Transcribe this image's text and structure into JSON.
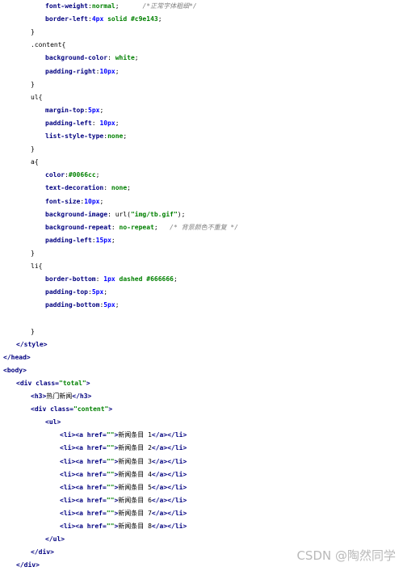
{
  "lines": [
    {
      "indent": 56,
      "parts": [
        {
          "t": "font-weight",
          "c": "prop"
        },
        {
          "t": ":",
          "c": "txt"
        },
        {
          "t": "normal",
          "c": "val"
        },
        {
          "t": ";      ",
          "c": "txt"
        },
        {
          "t": "/*正常字体粗细*/",
          "c": "cmt"
        }
      ]
    },
    {
      "indent": 56,
      "parts": [
        {
          "t": "border-left",
          "c": "prop"
        },
        {
          "t": ":",
          "c": "txt"
        },
        {
          "t": "4px",
          "c": "num"
        },
        {
          "t": " solid #c9e143",
          "c": "val"
        },
        {
          "t": ";",
          "c": "txt"
        }
      ]
    },
    {
      "indent": 38,
      "parts": [
        {
          "t": "}",
          "c": "txt"
        }
      ]
    },
    {
      "indent": 38,
      "parts": [
        {
          "t": ".content{",
          "c": "txt"
        }
      ]
    },
    {
      "indent": 56,
      "parts": [
        {
          "t": "background-color",
          "c": "prop"
        },
        {
          "t": ": ",
          "c": "txt"
        },
        {
          "t": "white",
          "c": "val"
        },
        {
          "t": ";",
          "c": "txt"
        }
      ]
    },
    {
      "indent": 56,
      "parts": [
        {
          "t": "padding-right",
          "c": "prop"
        },
        {
          "t": ":",
          "c": "txt"
        },
        {
          "t": "10px",
          "c": "num"
        },
        {
          "t": ";",
          "c": "txt"
        }
      ]
    },
    {
      "indent": 38,
      "parts": [
        {
          "t": "}",
          "c": "txt"
        }
      ]
    },
    {
      "indent": 38,
      "parts": [
        {
          "t": "ul{",
          "c": "txt"
        }
      ]
    },
    {
      "indent": 56,
      "parts": [
        {
          "t": "margin-top",
          "c": "prop"
        },
        {
          "t": ":",
          "c": "txt"
        },
        {
          "t": "5px",
          "c": "num"
        },
        {
          "t": ";",
          "c": "txt"
        }
      ]
    },
    {
      "indent": 56,
      "parts": [
        {
          "t": "padding-left",
          "c": "prop"
        },
        {
          "t": ": ",
          "c": "txt"
        },
        {
          "t": "10px",
          "c": "num"
        },
        {
          "t": ";",
          "c": "txt"
        }
      ]
    },
    {
      "indent": 56,
      "parts": [
        {
          "t": "list-style-type",
          "c": "prop"
        },
        {
          "t": ":",
          "c": "txt"
        },
        {
          "t": "none",
          "c": "val"
        },
        {
          "t": ";",
          "c": "txt"
        }
      ]
    },
    {
      "indent": 38,
      "parts": [
        {
          "t": "}",
          "c": "txt"
        }
      ]
    },
    {
      "indent": 38,
      "parts": [
        {
          "t": "a{",
          "c": "txt"
        }
      ]
    },
    {
      "indent": 56,
      "parts": [
        {
          "t": "color",
          "c": "prop"
        },
        {
          "t": ":",
          "c": "txt"
        },
        {
          "t": "#0066cc",
          "c": "val"
        },
        {
          "t": ";",
          "c": "txt"
        }
      ]
    },
    {
      "indent": 56,
      "parts": [
        {
          "t": "text-decoration",
          "c": "prop"
        },
        {
          "t": ": ",
          "c": "txt"
        },
        {
          "t": "none",
          "c": "val"
        },
        {
          "t": ";",
          "c": "txt"
        }
      ]
    },
    {
      "indent": 56,
      "parts": [
        {
          "t": "font-size",
          "c": "prop"
        },
        {
          "t": ":",
          "c": "txt"
        },
        {
          "t": "10px",
          "c": "num"
        },
        {
          "t": ";",
          "c": "txt"
        }
      ]
    },
    {
      "indent": 56,
      "parts": [
        {
          "t": "background-image",
          "c": "prop"
        },
        {
          "t": ": url(",
          "c": "txt"
        },
        {
          "t": "\"img/tb.gif\"",
          "c": "str"
        },
        {
          "t": ");",
          "c": "txt"
        }
      ]
    },
    {
      "indent": 56,
      "parts": [
        {
          "t": "background-repeat",
          "c": "prop"
        },
        {
          "t": ": ",
          "c": "txt"
        },
        {
          "t": "no-repeat",
          "c": "val"
        },
        {
          "t": ";   ",
          "c": "txt"
        },
        {
          "t": "/* 背景颜色不重复 */",
          "c": "cmt"
        }
      ]
    },
    {
      "indent": 56,
      "parts": [
        {
          "t": "padding-left",
          "c": "prop"
        },
        {
          "t": ":",
          "c": "txt"
        },
        {
          "t": "15px",
          "c": "num"
        },
        {
          "t": ";",
          "c": "txt"
        }
      ]
    },
    {
      "indent": 38,
      "parts": [
        {
          "t": "}",
          "c": "txt"
        }
      ]
    },
    {
      "indent": 38,
      "parts": [
        {
          "t": "li{",
          "c": "txt"
        }
      ]
    },
    {
      "indent": 56,
      "parts": [
        {
          "t": "border-bottom",
          "c": "prop"
        },
        {
          "t": ": ",
          "c": "txt"
        },
        {
          "t": "1px",
          "c": "num"
        },
        {
          "t": " dashed #666666",
          "c": "val"
        },
        {
          "t": ";",
          "c": "txt"
        }
      ]
    },
    {
      "indent": 56,
      "parts": [
        {
          "t": "padding-top",
          "c": "prop"
        },
        {
          "t": ":",
          "c": "txt"
        },
        {
          "t": "5px",
          "c": "num"
        },
        {
          "t": ";",
          "c": "txt"
        }
      ]
    },
    {
      "indent": 56,
      "parts": [
        {
          "t": "padding-bottom",
          "c": "prop"
        },
        {
          "t": ":",
          "c": "txt"
        },
        {
          "t": "5px",
          "c": "num"
        },
        {
          "t": ";",
          "c": "txt"
        }
      ]
    },
    {
      "indent": 56,
      "parts": []
    },
    {
      "indent": 38,
      "parts": [
        {
          "t": "}",
          "c": "txt"
        }
      ]
    },
    {
      "indent": 20,
      "parts": [
        {
          "t": "</style>",
          "c": "tag"
        }
      ]
    },
    {
      "indent": 4,
      "parts": [
        {
          "t": "</head>",
          "c": "tag"
        }
      ]
    },
    {
      "indent": 4,
      "parts": [
        {
          "t": "<body>",
          "c": "tag"
        }
      ]
    },
    {
      "indent": 20,
      "parts": [
        {
          "t": "<div ",
          "c": "tag"
        },
        {
          "t": "class=",
          "c": "attr"
        },
        {
          "t": "\"total\"",
          "c": "str"
        },
        {
          "t": ">",
          "c": "tag"
        }
      ]
    },
    {
      "indent": 38,
      "parts": [
        {
          "t": "<h3>",
          "c": "tag"
        },
        {
          "t": "热门新闻",
          "c": "txt"
        },
        {
          "t": "</h3>",
          "c": "tag"
        }
      ]
    },
    {
      "indent": 38,
      "parts": [
        {
          "t": "<div ",
          "c": "tag"
        },
        {
          "t": "class=",
          "c": "attr"
        },
        {
          "t": "\"content\"",
          "c": "str"
        },
        {
          "t": ">",
          "c": "tag"
        }
      ]
    },
    {
      "indent": 56,
      "parts": [
        {
          "t": "<ul>",
          "c": "tag"
        }
      ]
    },
    {
      "indent": 74,
      "parts": [
        {
          "t": "<li>",
          "c": "tag"
        },
        {
          "t": "<a ",
          "c": "tag"
        },
        {
          "t": "href=",
          "c": "attr"
        },
        {
          "t": "\"\"",
          "c": "str"
        },
        {
          "t": ">",
          "c": "tag"
        },
        {
          "t": "新闻条目 1",
          "c": "txt"
        },
        {
          "t": "</a>",
          "c": "tag"
        },
        {
          "t": "</li>",
          "c": "tag"
        }
      ]
    },
    {
      "indent": 74,
      "parts": [
        {
          "t": "<li>",
          "c": "tag"
        },
        {
          "t": "<a ",
          "c": "tag"
        },
        {
          "t": "href=",
          "c": "attr"
        },
        {
          "t": "\"\"",
          "c": "str"
        },
        {
          "t": ">",
          "c": "tag"
        },
        {
          "t": "新闻条目 2",
          "c": "txt"
        },
        {
          "t": "</a>",
          "c": "tag"
        },
        {
          "t": "</li>",
          "c": "tag"
        }
      ]
    },
    {
      "indent": 74,
      "parts": [
        {
          "t": "<li>",
          "c": "tag"
        },
        {
          "t": "<a ",
          "c": "tag"
        },
        {
          "t": "href=",
          "c": "attr"
        },
        {
          "t": "\"\"",
          "c": "str"
        },
        {
          "t": ">",
          "c": "tag"
        },
        {
          "t": "新闻条目 3",
          "c": "txt"
        },
        {
          "t": "</a>",
          "c": "tag"
        },
        {
          "t": "</li>",
          "c": "tag"
        }
      ]
    },
    {
      "indent": 74,
      "parts": [
        {
          "t": "<li>",
          "c": "tag"
        },
        {
          "t": "<a ",
          "c": "tag"
        },
        {
          "t": "href=",
          "c": "attr"
        },
        {
          "t": "\"\"",
          "c": "str"
        },
        {
          "t": ">",
          "c": "tag"
        },
        {
          "t": "新闻条目 4",
          "c": "txt"
        },
        {
          "t": "</a>",
          "c": "tag"
        },
        {
          "t": "</li>",
          "c": "tag"
        }
      ]
    },
    {
      "indent": 74,
      "parts": [
        {
          "t": "<li>",
          "c": "tag"
        },
        {
          "t": "<a ",
          "c": "tag"
        },
        {
          "t": "href=",
          "c": "attr"
        },
        {
          "t": "\"\"",
          "c": "str"
        },
        {
          "t": ">",
          "c": "tag"
        },
        {
          "t": "新闻条目 5",
          "c": "txt"
        },
        {
          "t": "</a>",
          "c": "tag"
        },
        {
          "t": "</li>",
          "c": "tag"
        }
      ]
    },
    {
      "indent": 74,
      "parts": [
        {
          "t": "<li>",
          "c": "tag"
        },
        {
          "t": "<a ",
          "c": "tag"
        },
        {
          "t": "href=",
          "c": "attr"
        },
        {
          "t": "\"\"",
          "c": "str"
        },
        {
          "t": ">",
          "c": "tag"
        },
        {
          "t": "新闻条目 6",
          "c": "txt"
        },
        {
          "t": "</a>",
          "c": "tag"
        },
        {
          "t": "</li>",
          "c": "tag"
        }
      ]
    },
    {
      "indent": 74,
      "parts": [
        {
          "t": "<li>",
          "c": "tag"
        },
        {
          "t": "<a ",
          "c": "tag"
        },
        {
          "t": "href=",
          "c": "attr"
        },
        {
          "t": "\"\"",
          "c": "str"
        },
        {
          "t": ">",
          "c": "tag"
        },
        {
          "t": "新闻条目 7",
          "c": "txt"
        },
        {
          "t": "</a>",
          "c": "tag"
        },
        {
          "t": "</li>",
          "c": "tag"
        }
      ]
    },
    {
      "indent": 74,
      "parts": [
        {
          "t": "<li>",
          "c": "tag"
        },
        {
          "t": "<a ",
          "c": "tag"
        },
        {
          "t": "href=",
          "c": "attr"
        },
        {
          "t": "\"\"",
          "c": "str"
        },
        {
          "t": ">",
          "c": "tag"
        },
        {
          "t": "新闻条目 8",
          "c": "txt"
        },
        {
          "t": "</a>",
          "c": "tag"
        },
        {
          "t": "</li>",
          "c": "tag"
        }
      ]
    },
    {
      "indent": 56,
      "parts": [
        {
          "t": "</ul>",
          "c": "tag"
        }
      ]
    },
    {
      "indent": 38,
      "parts": [
        {
          "t": "</div>",
          "c": "tag"
        }
      ]
    },
    {
      "indent": 20,
      "parts": [
        {
          "t": "</div>",
          "c": "tag"
        }
      ]
    }
  ],
  "watermark": "CSDN @陶然同学"
}
